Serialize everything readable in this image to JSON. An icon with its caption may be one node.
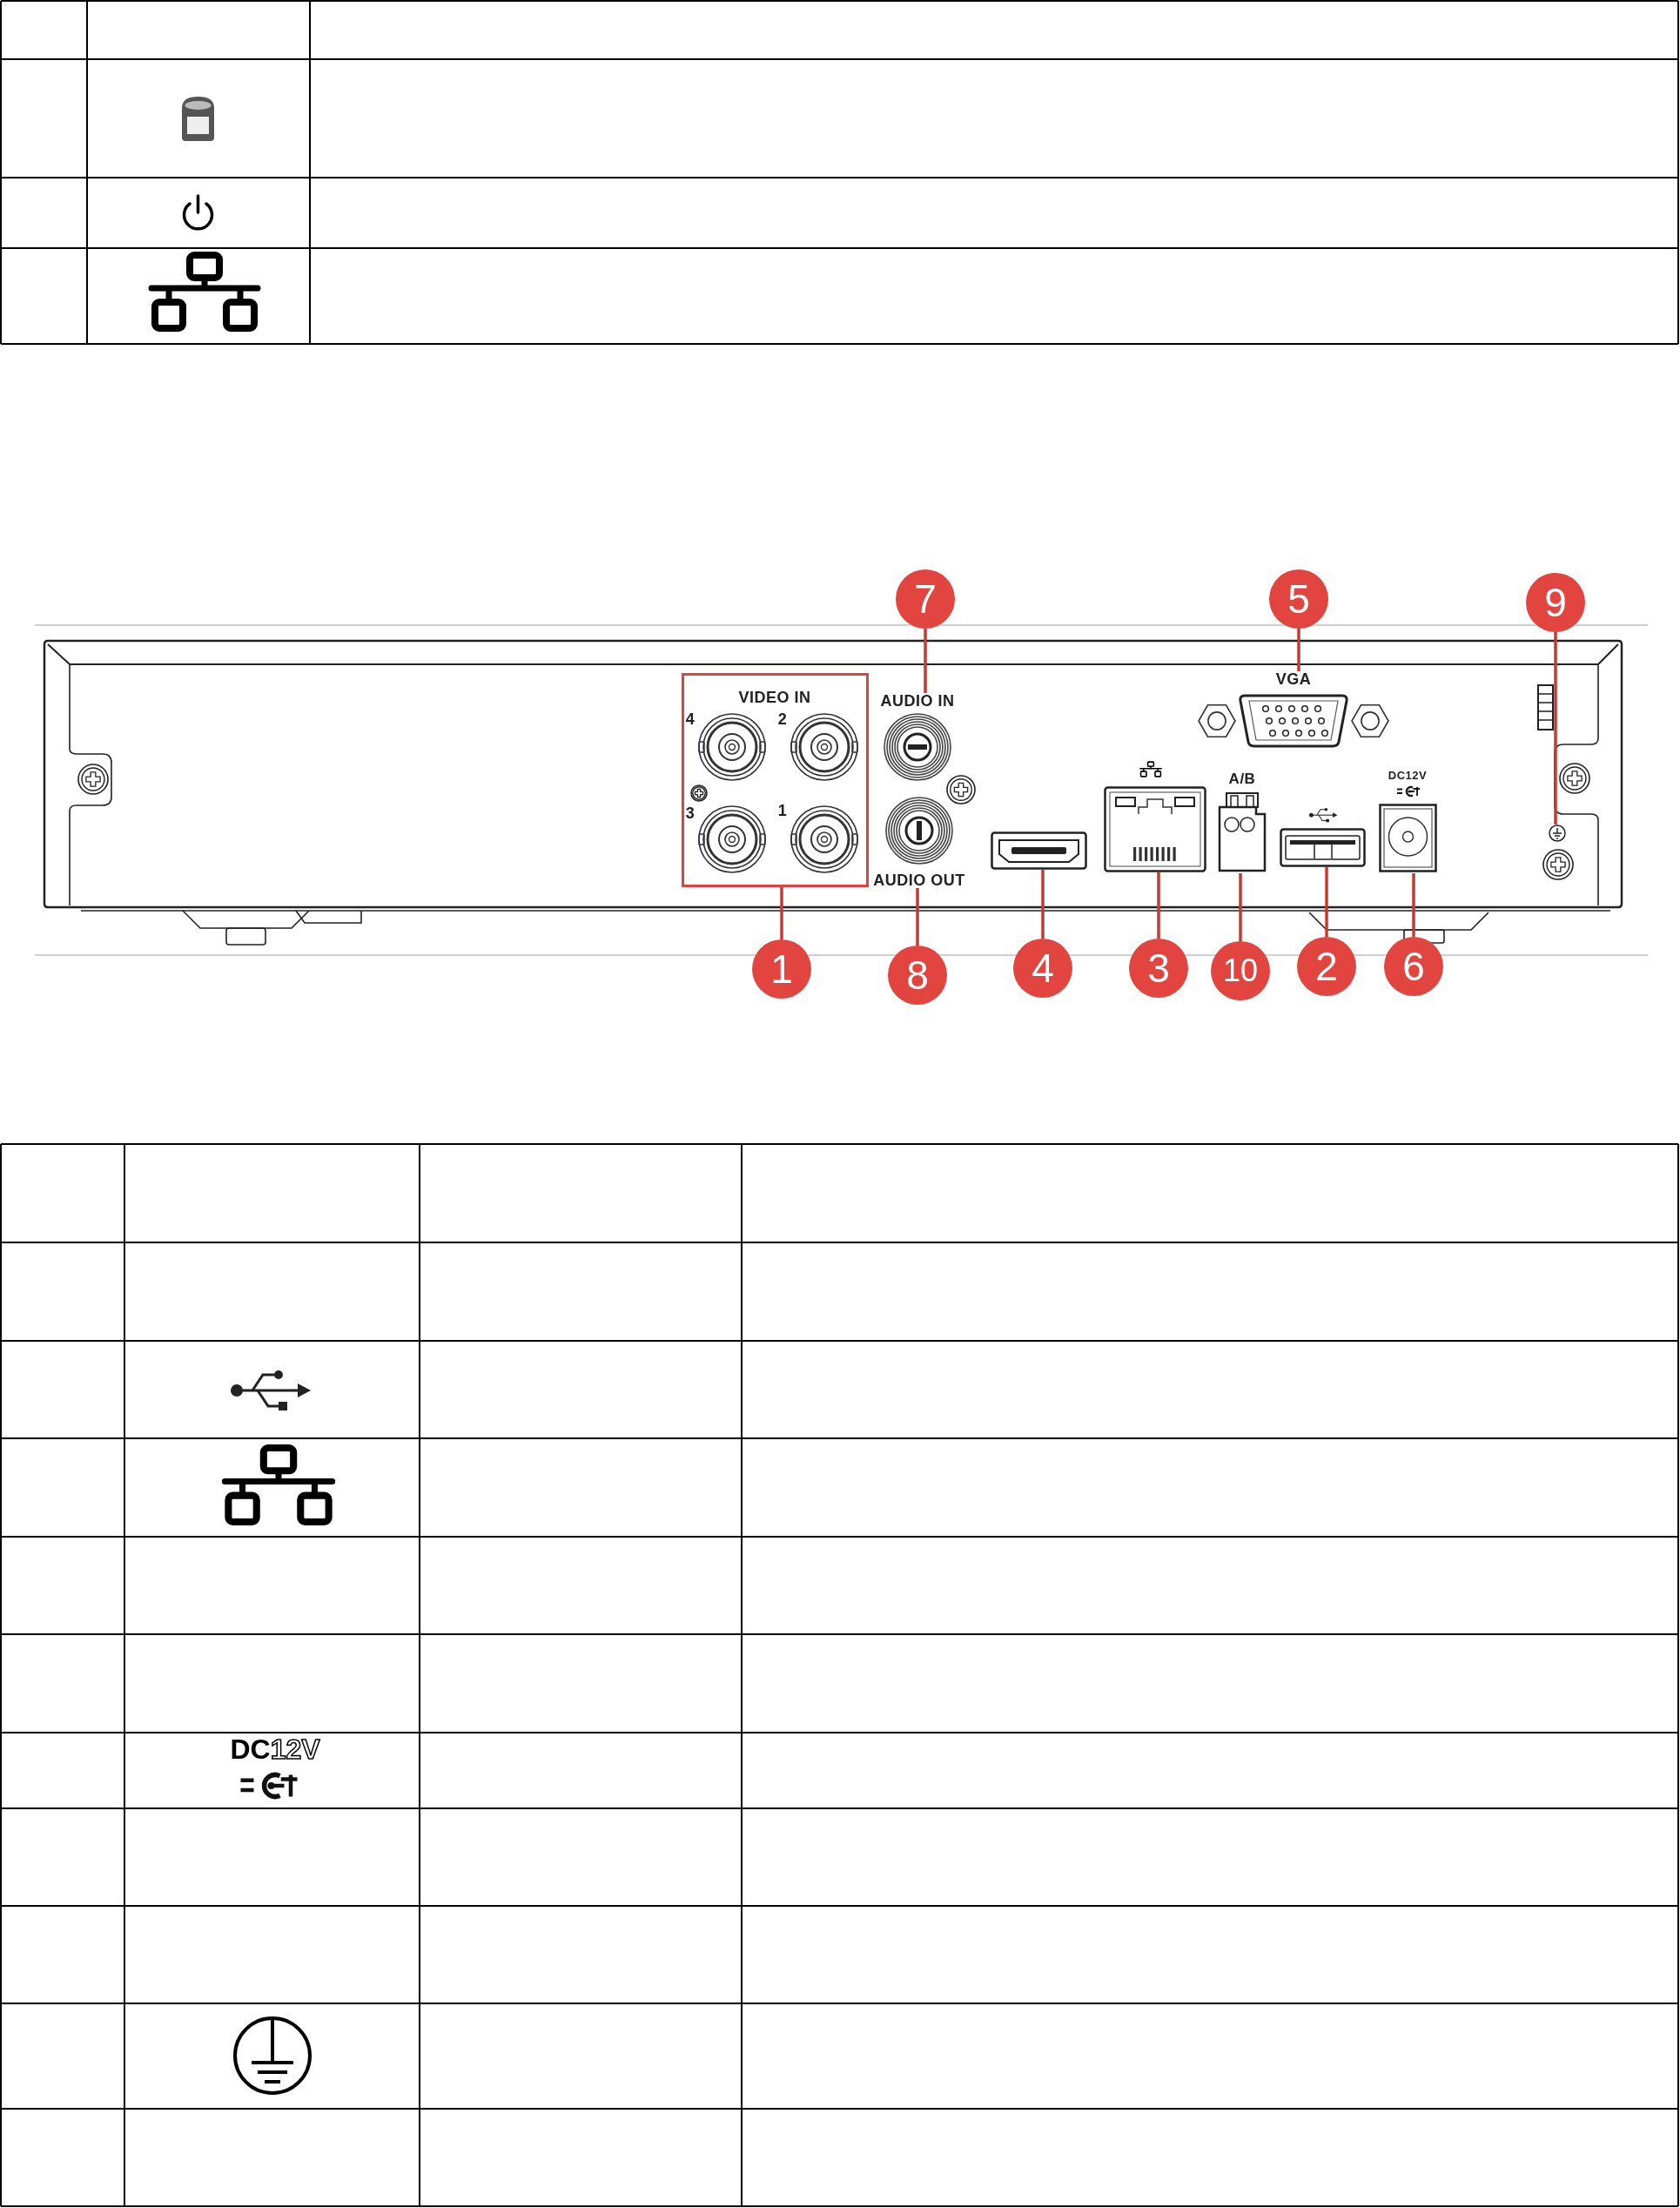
{
  "diagram": {
    "nodes": [
      {
        "text": [
          "7"
        ]
      },
      {
        "text": [
          "5"
        ]
      },
      {
        "text": [
          "9"
        ]
      },
      {
        "text": [
          "VIDEO IN",
          "4",
          "2",
          "3",
          "1"
        ]
      },
      {
        "text": [
          "AUDIO IN"
        ]
      },
      {
        "text": [
          "VGA"
        ]
      },
      {
        "text": [],
        "shape": "circle"
      },
      {
        "text": [
          "AUDIO OUT"
        ]
      },
      {
        "text": [],
        "shape": "box"
      },
      {
        "text": [],
        "shape": "box"
      },
      {
        "text": [
          "A/B"
        ]
      },
      {
        "text": [],
        "shape": "box"
      },
      {
        "text": [
          "DC12V"
        ]
      },
      {
        "text": [
          "1"
        ]
      },
      {
        "text": [
          "8"
        ]
      },
      {
        "text": [
          "4"
        ]
      },
      {
        "text": [
          "3"
        ]
      },
      {
        "text": [
          "10"
        ]
      },
      {
        "text": [
          "2"
        ]
      },
      {
        "text": [
          "6"
        ]
      }
    ],
    "edges": [
      {
        "from": 0,
        "to": 4,
        "arrow": "none"
      },
      {
        "from": 1,
        "to": 5,
        "arrow": "none"
      },
      {
        "from": 2,
        "to": 6,
        "arrow": "none"
      },
      {
        "from": 13,
        "to": 3,
        "arrow": "none"
      },
      {
        "from": 14,
        "to": 7,
        "arrow": "none"
      },
      {
        "from": 15,
        "to": 8,
        "arrow": "none"
      },
      {
        "from": 16,
        "to": 9,
        "arrow": "none"
      },
      {
        "from": 17,
        "to": 10,
        "arrow": "none"
      },
      {
        "from": 18,
        "to": 11,
        "arrow": "none"
      },
      {
        "from": 19,
        "to": 12,
        "arrow": "none"
      }
    ],
    "labels": [
      "**DC**12V"
    ]
  }
}
